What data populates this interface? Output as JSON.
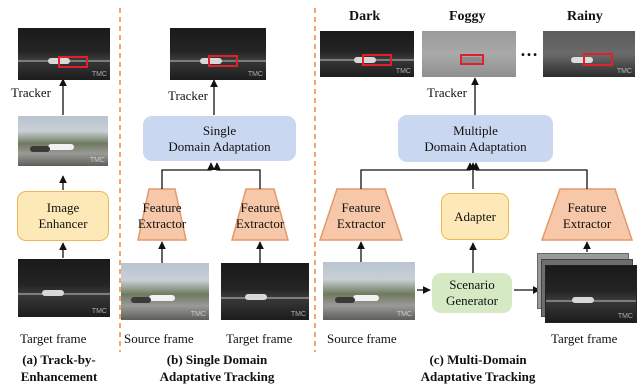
{
  "panels": {
    "a": {
      "caption_line1": "(a) Track-by-",
      "caption_line2": "Enhancement",
      "tracker": "Tracker",
      "enhancer": "Image\nEnhancer",
      "frame": "Target frame"
    },
    "b": {
      "caption_line1": "(b) Single Domain",
      "caption_line2": "Adaptative Tracking",
      "tracker": "Tracker",
      "adaptation": "Single\nDomain Adaptation",
      "feature_left": "Feature\nExtractor",
      "feature_right": "Feature\nExtractor",
      "source_frame": "Source frame",
      "target_frame": "Target frame"
    },
    "c": {
      "caption_line1": "(c) Multi-Domain",
      "caption_line2": "Adaptative Tracking",
      "tracker": "Tracker",
      "adaptation": "Multiple\nDomain Adaptation",
      "feature_left": "Feature\nExtractor",
      "adapter": "Adapter",
      "feature_right": "Feature\nExtractor",
      "generator": "Scenario\nGenerator",
      "source_frame": "Source frame",
      "target_frame": "Target frame",
      "headers": [
        "Dark",
        "Foggy",
        "Rainy"
      ],
      "ellipsis": "…"
    }
  },
  "watermark": "TMC",
  "colors": {
    "divider": "#f08a3c",
    "arrow": "#111111",
    "bbox": "#e0202a",
    "blue_box": "#c9d8f0",
    "orange_box": "#fde9b8",
    "green_box": "#d5e9c4",
    "trapezoid_fill": "#f6c7a8",
    "trapezoid_stroke": "#e39a6a"
  }
}
